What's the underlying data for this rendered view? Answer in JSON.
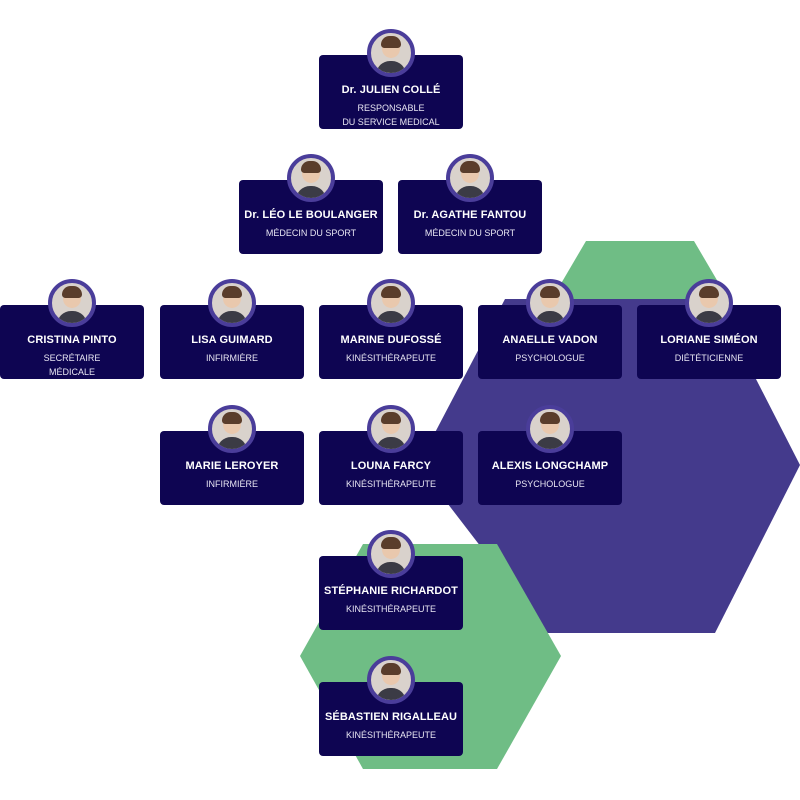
{
  "colors": {
    "card": "#0e0552",
    "purple_hex": "#443a8c",
    "green_hex": "#6fbd85",
    "avatar_ring": "#4a3d9a"
  },
  "people": [
    {
      "name": "Dr. JULIEN COLLÉ",
      "role": [
        "RESPONSABLE",
        "DU SERVICE MEDICAL"
      ]
    },
    {
      "name": "Dr. LÉO LE BOULANGER",
      "role": [
        "MÉDECIN DU SPORT"
      ]
    },
    {
      "name": "Dr. AGATHE FANTOU",
      "role": [
        "MÉDECIN DU SPORT"
      ]
    },
    {
      "name": "CRISTINA PINTO",
      "role": [
        "SECRÉTAIRE",
        "MÉDICALE"
      ]
    },
    {
      "name": "LISA GUIMARD",
      "role": [
        "INFIRMIÈRE"
      ]
    },
    {
      "name": "MARINE DUFOSSÉ",
      "role": [
        "KINÉSITHÉRAPEUTE"
      ]
    },
    {
      "name": "ANAELLE VADON",
      "role": [
        "PSYCHOLOGUE"
      ]
    },
    {
      "name": "LORIANE SIMÉON",
      "role": [
        "DIÉTÉTICIENNE"
      ]
    },
    {
      "name": "MARIE LEROYER",
      "role": [
        "INFIRMIÈRE"
      ]
    },
    {
      "name": "LOUNA FARCY",
      "role": [
        "KINÉSITHÉRAPEUTE"
      ]
    },
    {
      "name": "ALEXIS LONGCHAMP",
      "role": [
        "PSYCHOLOGUE"
      ]
    },
    {
      "name": "STÉPHANIE RICHARDOT",
      "role": [
        "KINÉSITHÉRAPEUTE"
      ]
    },
    {
      "name": "SÉBASTIEN RIGALLEAU",
      "role": [
        "KINÉSITHÉRAPEUTE"
      ]
    }
  ]
}
